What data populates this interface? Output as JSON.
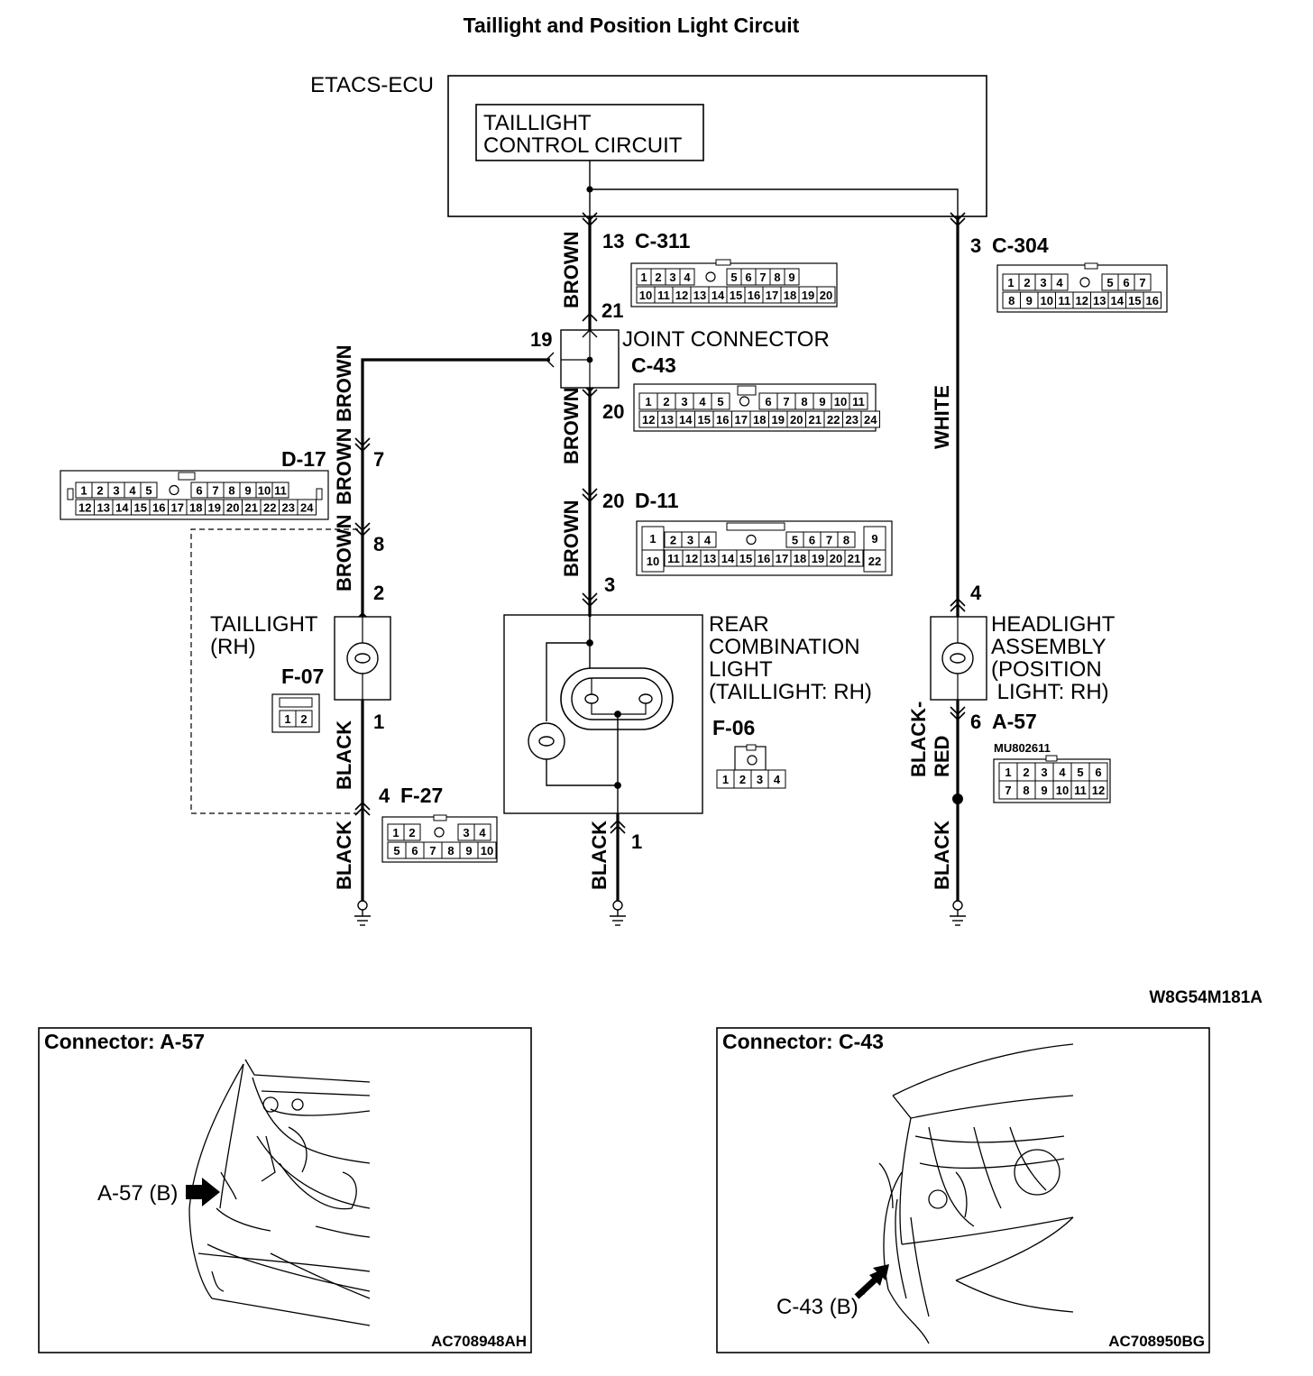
{
  "title": "Taillight and Position Light Circuit",
  "figure_code": "W8G54M181A",
  "ecu": {
    "label": "ETACS-ECU",
    "inner_line1": "TAILLIGHT",
    "inner_line2": "CONTROL CIRCUIT"
  },
  "connectors": {
    "c311": {
      "id": "C-311",
      "pin_top": "13",
      "row1": [
        "1",
        "2",
        "3",
        "4",
        "5",
        "6",
        "7",
        "8",
        "9"
      ],
      "row2": [
        "10",
        "11",
        "12",
        "13",
        "14",
        "15",
        "16",
        "17",
        "18",
        "19",
        "20"
      ]
    },
    "c304": {
      "id": "C-304",
      "pin_top": "3",
      "row1": [
        "1",
        "2",
        "3",
        "4",
        "5",
        "6",
        "7"
      ],
      "row2": [
        "8",
        "9",
        "10",
        "11",
        "12",
        "13",
        "14",
        "15",
        "16"
      ]
    },
    "c43": {
      "id": "C-43",
      "name": "JOINT CONNECTOR",
      "pin_in": "21",
      "pin_left": "19",
      "pin_out": "20",
      "row1": [
        "1",
        "2",
        "3",
        "4",
        "5",
        "6",
        "7",
        "8",
        "9",
        "10",
        "11"
      ],
      "row2": [
        "12",
        "13",
        "14",
        "15",
        "16",
        "17",
        "18",
        "19",
        "20",
        "21",
        "22",
        "23",
        "24"
      ]
    },
    "d17": {
      "id": "D-17",
      "pin_a": "7",
      "pin_b": "8",
      "row1": [
        "1",
        "2",
        "3",
        "4",
        "5",
        "6",
        "7",
        "8",
        "9",
        "10",
        "11"
      ],
      "row2": [
        "12",
        "13",
        "14",
        "15",
        "16",
        "17",
        "18",
        "19",
        "20",
        "21",
        "22",
        "23",
        "24"
      ]
    },
    "d11": {
      "id": "D-11",
      "pin_top": "20",
      "row1": [
        "1",
        "2",
        "3",
        "4",
        "5",
        "6",
        "7",
        "8",
        "9"
      ],
      "row2": [
        "10",
        "11",
        "12",
        "13",
        "14",
        "15",
        "16",
        "17",
        "18",
        "19",
        "20",
        "21",
        "22"
      ]
    },
    "f07": {
      "id": "F-07",
      "pin_top": "2",
      "pin_bottom": "1",
      "cells": [
        "1",
        "2"
      ]
    },
    "f27": {
      "id": "F-27",
      "pin": "4",
      "row1": [
        "1",
        "2",
        "3",
        "4"
      ],
      "row2": [
        "5",
        "6",
        "7",
        "8",
        "9",
        "10"
      ]
    },
    "f06": {
      "id": "F-06",
      "pin_top": "3",
      "pin_bottom": "1",
      "cells": [
        "1",
        "2",
        "3",
        "4"
      ]
    },
    "a57": {
      "id": "A-57",
      "part_no": "MU802611",
      "pin_top": "4",
      "pin_bottom": "6",
      "row1": [
        "1",
        "2",
        "3",
        "4",
        "5",
        "6"
      ],
      "row2": [
        "7",
        "8",
        "9",
        "10",
        "11",
        "12"
      ]
    }
  },
  "components": {
    "taillight": {
      "line1": "TAILLIGHT",
      "line2": "(RH)"
    },
    "rear_combo": {
      "line1": "REAR",
      "line2": "COMBINATION",
      "line3": "LIGHT",
      "line4": "(TAILLIGHT: RH)"
    },
    "headlight": {
      "line1": "HEADLIGHT",
      "line2": "ASSEMBLY",
      "line3": "(POSITION",
      "line4": " LIGHT: RH)"
    }
  },
  "wire_colors": {
    "brown": "BROWN",
    "black": "BLACK",
    "white": "WHITE",
    "black_red_1": "BLACK-",
    "black_red_2": "RED"
  },
  "location_panels": [
    {
      "title": "Connector: A-57",
      "callout": "A-57 (B)",
      "code": "AC708948AH"
    },
    {
      "title": "Connector: C-43",
      "callout": "C-43 (B)",
      "code": "AC708950BG"
    }
  ]
}
